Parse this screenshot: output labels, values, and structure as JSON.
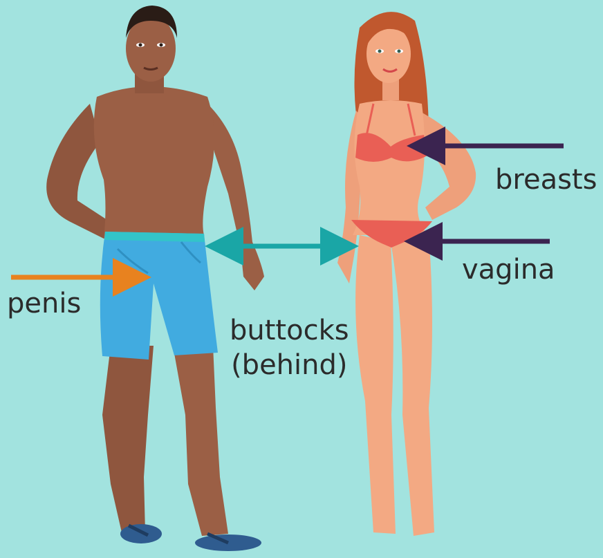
{
  "labels": {
    "penis": "penis",
    "breasts": "breasts",
    "vagina": "vagina",
    "buttocks_line1": "buttocks",
    "buttocks_line2": "(behind)"
  },
  "colors": {
    "background": "#a2e3df",
    "male_skin": "#9b5f45",
    "female_skin": "#f3a983",
    "female_hair": "#c0582e",
    "shorts": "#41abe0",
    "bikini": "#e95f55",
    "arrow_penis": "#e8821f",
    "arrow_buttocks": "#1aa6a6",
    "arrow_female": "#3b2450",
    "label_text": "#2b2b2b"
  }
}
